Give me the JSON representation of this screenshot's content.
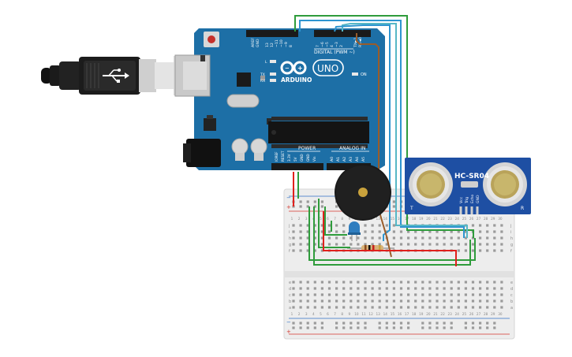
{
  "arduino": {
    "brand": "ARDUINO",
    "model": "UNO",
    "digital_label": "DIGITAL (PWM ~)",
    "power_label": "POWER",
    "analog_label": "ANALOG IN",
    "on_label": "ON",
    "tx_label": "TX",
    "rx_label": "RX",
    "l_label": "L",
    "aref_label": "AREF",
    "gnd_label": "GND",
    "tx_pin_label": "TX►1",
    "rx_pin_label": "RX◄0",
    "digital_pins": [
      "13",
      "12",
      "~11",
      "~10",
      "~9",
      "8",
      "7",
      "~6",
      "~5",
      "4",
      "~3",
      "2"
    ],
    "power_pins": [
      "IOREF",
      "RESET",
      "3.3V",
      "5V",
      "GND",
      "GND",
      "Vin"
    ],
    "analog_pins": [
      "A0",
      "A1",
      "A2",
      "A3",
      "A4",
      "A5"
    ]
  },
  "sensor": {
    "model": "HC-SR04",
    "pins": [
      "Vcc",
      "Trig",
      "Echo",
      "GND"
    ],
    "corner_marks": [
      "T",
      "R"
    ]
  },
  "breadboard": {
    "columns": [
      "1",
      "2",
      "3",
      "4",
      "5",
      "6",
      "7",
      "8",
      "9",
      "10",
      "11",
      "12",
      "13",
      "14",
      "15",
      "16",
      "17",
      "18",
      "19",
      "20",
      "21",
      "22",
      "23",
      "24",
      "25",
      "26",
      "27",
      "28",
      "29",
      "30"
    ],
    "rows_top": [
      "j",
      "i",
      "h",
      "g",
      "f"
    ],
    "rows_bottom": [
      "e",
      "d",
      "c",
      "b",
      "a"
    ],
    "rail_minus": "−",
    "rail_plus": "+"
  },
  "colors": {
    "board": "#1d6fa6",
    "wire_red": "#e0201c",
    "wire_green": "#2f9c3c",
    "wire_blue": "#2e95d0",
    "wire_brown": "#9a5c2a",
    "wire_cyan": "#57b7c6",
    "led": "#2e7dbf"
  }
}
